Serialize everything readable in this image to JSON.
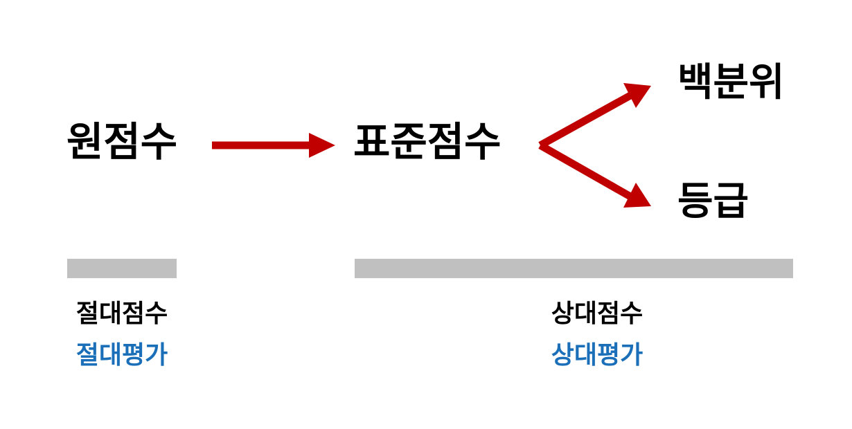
{
  "nodes": {
    "raw_score": "원점수",
    "standard_score": "표준점수",
    "percentile": "백분위",
    "grade": "등급"
  },
  "groups": {
    "absolute": {
      "score_type": "절대점수",
      "evaluation": "절대평가"
    },
    "relative": {
      "score_type": "상대점수",
      "evaluation": "상대평가"
    }
  },
  "colors": {
    "arrow": "#c00000",
    "bar": "#c0c0c0",
    "evaluation_text": "#1a6fb8",
    "text": "#000000"
  }
}
